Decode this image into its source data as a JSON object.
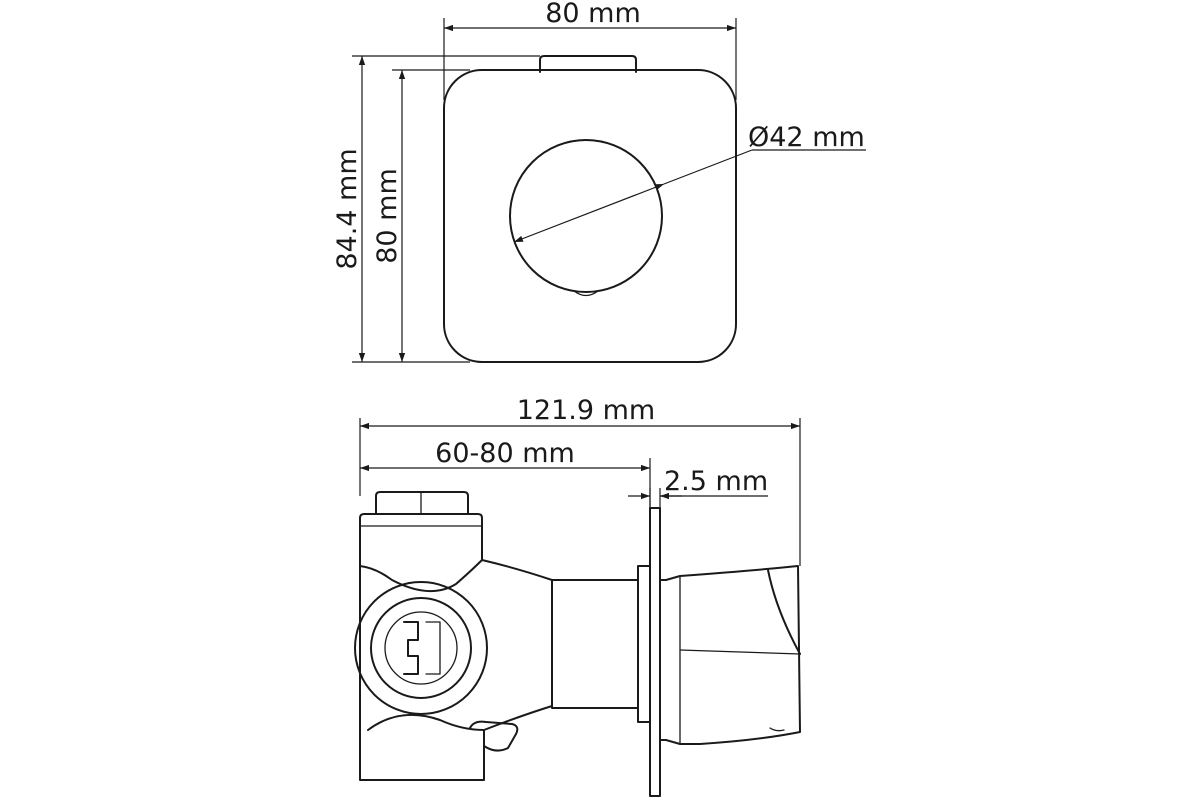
{
  "front_view": {
    "width_label": "80 mm",
    "total_height_label": "84.4 mm",
    "plate_height_label": "80 mm",
    "knob_diameter_label": "Ø42 mm"
  },
  "side_view": {
    "total_depth_label": "121.9 mm",
    "installation_depth_label": "60-80 mm",
    "plate_thickness_label": "2.5 mm"
  }
}
